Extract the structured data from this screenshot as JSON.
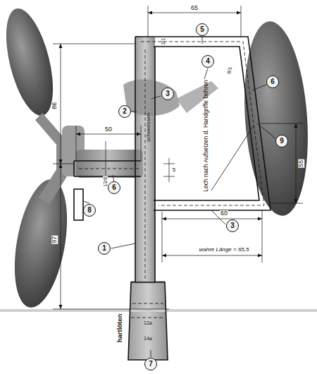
{
  "diagram": {
    "nodes": [
      {
        "text": [
          "5"
        ]
      },
      {
        "text": [
          "4"
        ]
      },
      {
        "text": [
          "6"
        ]
      },
      {
        "text": [
          "3"
        ]
      },
      {
        "text": [
          "2"
        ]
      },
      {
        "text": [
          "9"
        ]
      },
      {
        "text": [
          "6"
        ]
      },
      {
        "text": [
          "8"
        ]
      },
      {
        "text": [
          "3"
        ]
      },
      {
        "text": [
          "1"
        ]
      },
      {
        "text": [
          "7"
        ]
      }
    ],
    "labels": [
      "65",
      "2/1",
      "8/1",
      "86",
      "50",
      "schweissen",
      "Loch nach Aufsetzen d. Handgriffe bohren",
      "12/8",
      "5",
      "55",
      "60",
      "wahre Länge = 65,5",
      "97",
      "hartlöten",
      "12⌀",
      "14⌀"
    ]
  }
}
